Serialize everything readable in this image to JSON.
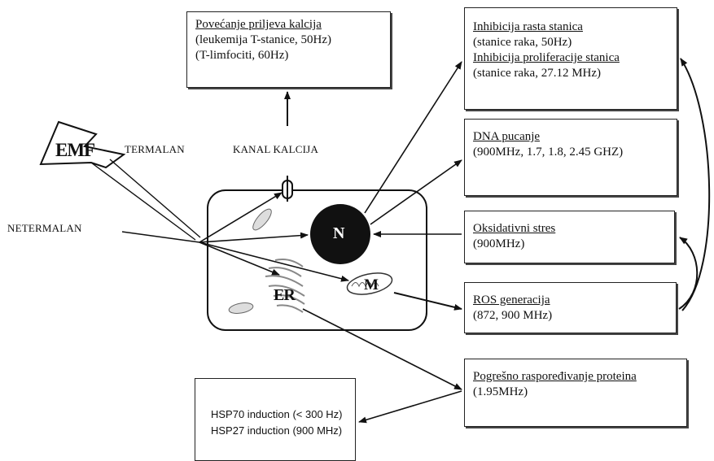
{
  "emf_label": "EMF",
  "labels": {
    "thermal": "TERMALAN",
    "nonthermal": "NETERMALAN",
    "calcium_channel": "KANAL KALCIJA"
  },
  "cell": {
    "nucleus": "N",
    "er": "ER",
    "mito": "M"
  },
  "boxes": {
    "calcium": {
      "title": "Povećanje priljeva kalcija",
      "line1": "(leukemija T-stanice, 50Hz)",
      "line2": "(T-limfociti, 60Hz)"
    },
    "growth": {
      "title1": "Inhibicija rasta stanica",
      "line1": "(stanice raka, 50Hz)",
      "title2": "Inhibicija proliferacije stanica",
      "line2": "(stanice raka, 27.12 MHz)"
    },
    "dna": {
      "title": "DNA pucanje",
      "line1": "(900MHz, 1.7, 1.8, 2.45 GHZ)"
    },
    "oxidative": {
      "title": "Oksidativni stres",
      "line1": "(900MHz)"
    },
    "ros": {
      "title": "ROS generacija",
      "line1": "(872, 900 MHz)"
    },
    "misfold": {
      "title": "Pogrešno raspoređivanje proteina",
      "line1": "(1.95MHz)"
    },
    "hsp": {
      "line1": "HSP70 induction (< 300 Hz)",
      "line2": "HSP27 induction (900 MHz)"
    }
  }
}
